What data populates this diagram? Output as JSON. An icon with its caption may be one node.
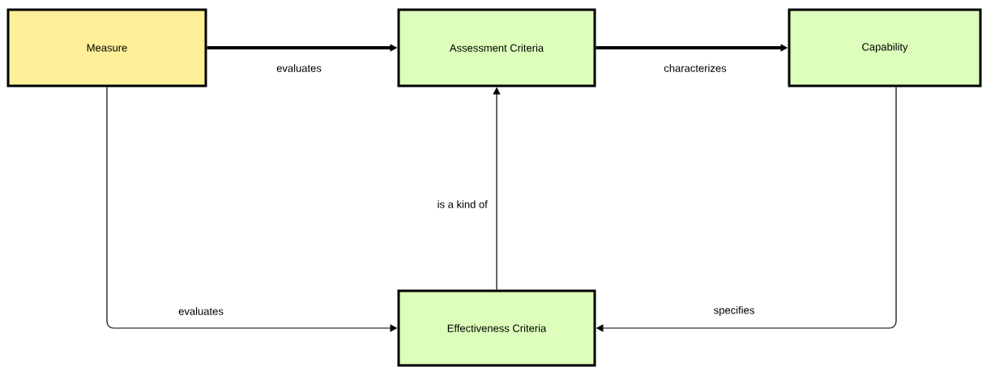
{
  "diagram": {
    "nodes": [
      {
        "text": [
          "Measure"
        ]
      },
      {
        "text": [
          "Assessment Criteria"
        ]
      },
      {
        "text": [
          "Capability"
        ]
      },
      {
        "text": [
          "Effectiveness Criteria"
        ]
      }
    ],
    "edges": [
      {
        "from": 0,
        "to": 1,
        "arrow": "to",
        "label": "evaluates",
        "style": "thick"
      },
      {
        "from": 1,
        "to": 2,
        "arrow": "to",
        "label": "characterizes",
        "style": "thick"
      },
      {
        "from": 3,
        "to": 1,
        "arrow": "to",
        "label": "is a kind of"
      },
      {
        "from": 0,
        "to": 3,
        "arrow": "to",
        "label": "evaluates"
      },
      {
        "from": 2,
        "to": 3,
        "arrow": "to",
        "label": "specifies"
      }
    ]
  }
}
